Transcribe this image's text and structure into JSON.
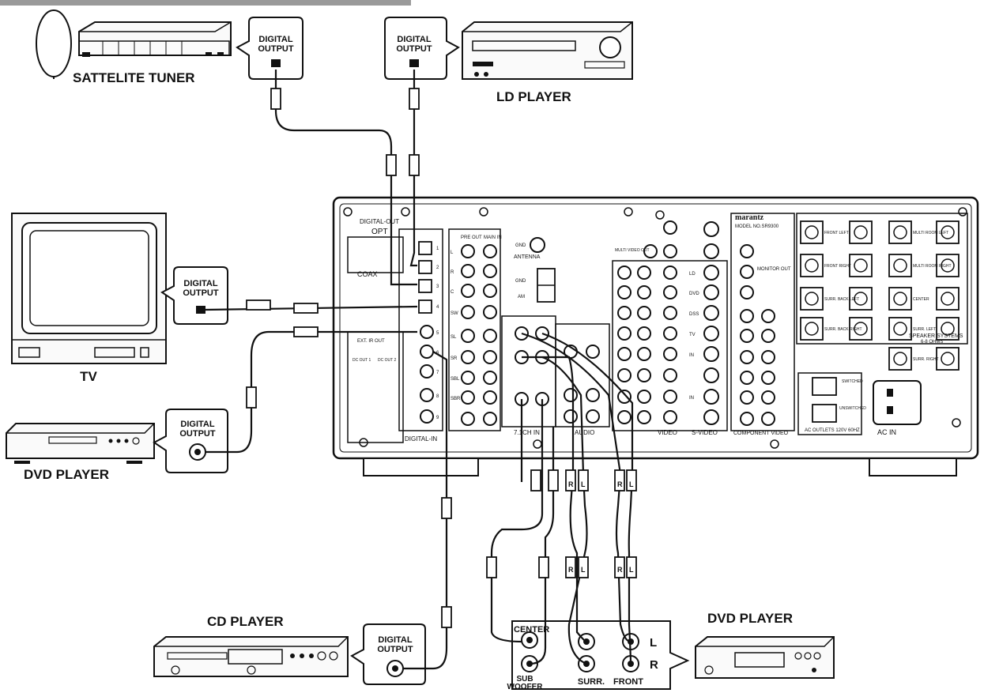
{
  "devices": {
    "sat_tuner": "SATTELITE TUNER",
    "ld_player": "LD PLAYER",
    "tv": "TV",
    "dvd_left": "DVD PLAYER",
    "cd_player": "CD PLAYER",
    "dvd_right": "DVD PLAYER"
  },
  "callouts": {
    "digital_output_1": "DIGITAL",
    "digital_output_2": "OUTPUT"
  },
  "receiver": {
    "brand": "marantz",
    "model": "MODEL NO.SR9300",
    "sections": {
      "digital_out": "DIGITAL-OUT",
      "opt": "OPT",
      "coax": "COAX",
      "digital_in": "DIGITAL-IN",
      "pre_out": "PRE OUT",
      "main_in": "MAIN IN",
      "antenna": "ANTENNA",
      "gnd": "GND",
      "am": "AM",
      "ch71_in": "7.1CH IN",
      "audio": "AUDIO",
      "video": "VIDEO",
      "svideo": "S-VIDEO",
      "component_video": "COMPONENT VIDEO",
      "monitor_out": "MONITOR OUT",
      "multi_video_out": "MULTI VIDEO OUT",
      "speaker_systems": "SPEAKER SYSTEMS",
      "ohms": "6-8 OHMS",
      "ac_outlets": "AC OUTLETS 120V 60HZ",
      "ac_in": "AC IN",
      "switched": "SWITCHED",
      "unswitched": "UNSWITCHED",
      "ext_ir_out": "EXT. IR OUT",
      "dc_out_1": "DC OUT 1",
      "dc_out_2": "DC OUT 2"
    },
    "digital_in_nums": [
      "1",
      "2",
      "3",
      "4",
      "5",
      "6",
      "7",
      "8",
      "9"
    ],
    "pre_out_rows": [
      "L",
      "R",
      "C",
      "SW",
      "SL",
      "SR",
      "SBL",
      "SBR"
    ],
    "video_rows": [
      "LD",
      "DVD",
      "DSS",
      "TV",
      "IN",
      "IN"
    ],
    "speaker_left": [
      "FRONT LEFT",
      "FRONT RIGHT",
      "SURR. BACK LEFT",
      "SURR. BACK RIGHT"
    ],
    "speaker_right": [
      "MULTI ROOM LEFT",
      "MULTI ROOM RIGHT",
      "CENTER",
      "SURR. LEFT",
      "SURR. RIGHT"
    ]
  },
  "dvd_outputs": {
    "center": "CENTER",
    "sub_woofer_1": "SUB",
    "sub_woofer_2": "WOOFER",
    "surr": "SURR.",
    "front": "FRONT",
    "l": "L",
    "r": "R"
  },
  "plug_marks": {
    "r": "R",
    "l": "L"
  }
}
